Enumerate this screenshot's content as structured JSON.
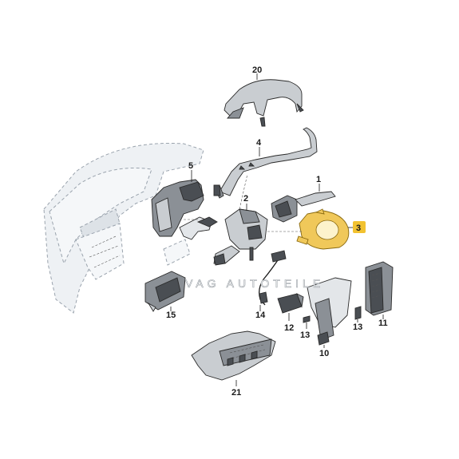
{
  "diagram": {
    "callouts": [
      {
        "id": "20",
        "label": "20"
      },
      {
        "id": "4",
        "label": "4"
      },
      {
        "id": "5",
        "label": "5"
      },
      {
        "id": "1",
        "label": "1"
      },
      {
        "id": "2",
        "label": "2"
      },
      {
        "id": "3",
        "label": "3",
        "highlighted": true
      },
      {
        "id": "15",
        "label": "15"
      },
      {
        "id": "14",
        "label": "14"
      },
      {
        "id": "12",
        "label": "12"
      },
      {
        "id": "13a",
        "label": "13"
      },
      {
        "id": "13b",
        "label": "13"
      },
      {
        "id": "11",
        "label": "11"
      },
      {
        "id": "10",
        "label": "10"
      },
      {
        "id": "21",
        "label": "21"
      }
    ],
    "watermark": "VAG AUTOTEILE",
    "colors": {
      "highlight_fill": "#f0c85a",
      "highlight_badge": "#f2c230",
      "line": "#1a1a1a"
    }
  }
}
